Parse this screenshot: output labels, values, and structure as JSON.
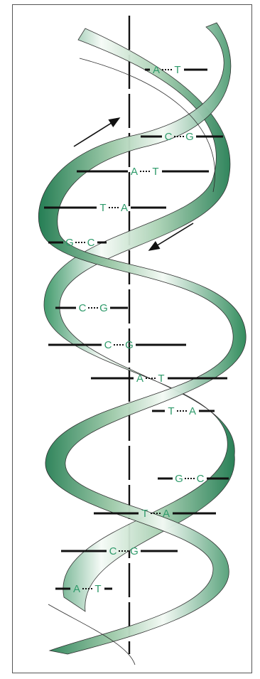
{
  "colors": {
    "ribbon_dark": "#1f7a4f",
    "ribbon_mid": "#8fbf9f",
    "ribbon_light": "#f4faf5",
    "base_label": "#2e9a6a",
    "rung": "#111111",
    "outline": "#2a2a2a"
  },
  "base_pairs": [
    {
      "left": "A",
      "right": "T"
    },
    {
      "left": "C",
      "right": "G"
    },
    {
      "left": "A",
      "right": "T"
    },
    {
      "left": "T",
      "right": "A"
    },
    {
      "left": "G",
      "right": "C"
    },
    {
      "left": "C",
      "right": "G"
    },
    {
      "left": "C",
      "right": "G"
    },
    {
      "left": "A",
      "right": "T"
    },
    {
      "left": "T",
      "right": "A"
    },
    {
      "left": "G",
      "right": "C"
    },
    {
      "left": "T",
      "right": "A"
    },
    {
      "left": "C",
      "right": "G"
    },
    {
      "left": "A",
      "right": "T"
    }
  ],
  "arrows": [
    {
      "name": "upward-strand-arrow",
      "direction": "up"
    },
    {
      "name": "downward-strand-arrow",
      "direction": "down"
    }
  ]
}
